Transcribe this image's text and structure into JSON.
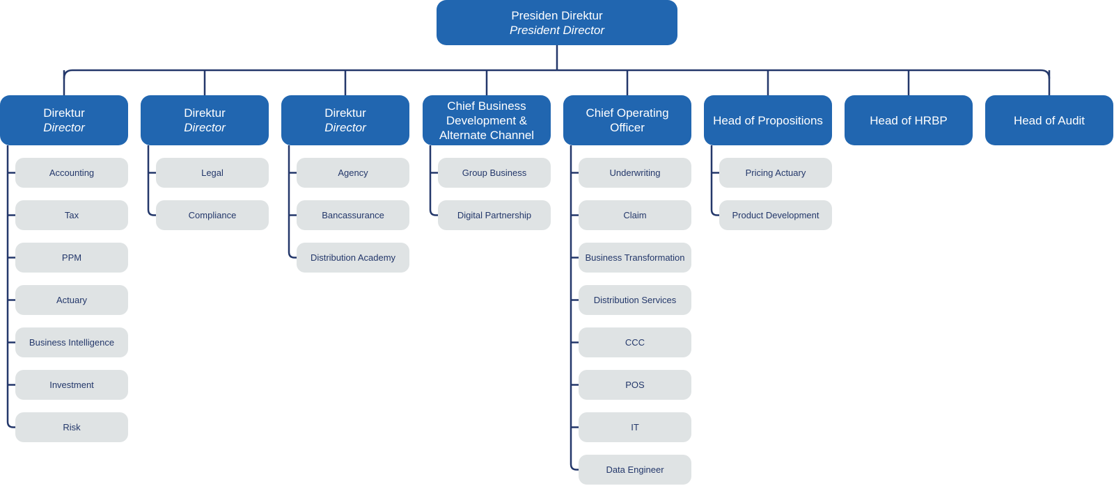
{
  "root": {
    "title": "Presiden Direktur",
    "subtitle": "President Director"
  },
  "directors": [
    {
      "title": "Direktur",
      "subtitle": "Director",
      "units": [
        "Accounting",
        "Tax",
        "PPM",
        "Actuary",
        "Business Intelligence",
        "Investment",
        "Risk"
      ]
    },
    {
      "title": "Direktur",
      "subtitle": "Director",
      "units": [
        "Legal",
        "Compliance"
      ]
    },
    {
      "title": "Direktur",
      "subtitle": "Director",
      "units": [
        "Agency",
        "Bancassurance",
        "Distribution Academy"
      ]
    },
    {
      "title": "Chief Business Development & Alternate Channel",
      "subtitle": "",
      "units": [
        "Group Business",
        "Digital Partnership"
      ]
    },
    {
      "title": "Chief Operating Officer",
      "subtitle": "",
      "units": [
        "Underwriting",
        "Claim",
        "Business Transformation",
        "Distribution Services",
        "CCC",
        "POS",
        "IT",
        "Data Engineer"
      ]
    },
    {
      "title": "Head of Propositions",
      "subtitle": "",
      "units": [
        "Pricing Actuary",
        "Product Development"
      ]
    },
    {
      "title": "Head of HRBP",
      "subtitle": "",
      "units": []
    },
    {
      "title": "Head of Audit",
      "subtitle": "",
      "units": []
    }
  ],
  "colors": {
    "head_fill": "#2166b0",
    "unit_fill": "#dfe3e4",
    "line": "#23376a",
    "unit_text": "#23376a"
  }
}
